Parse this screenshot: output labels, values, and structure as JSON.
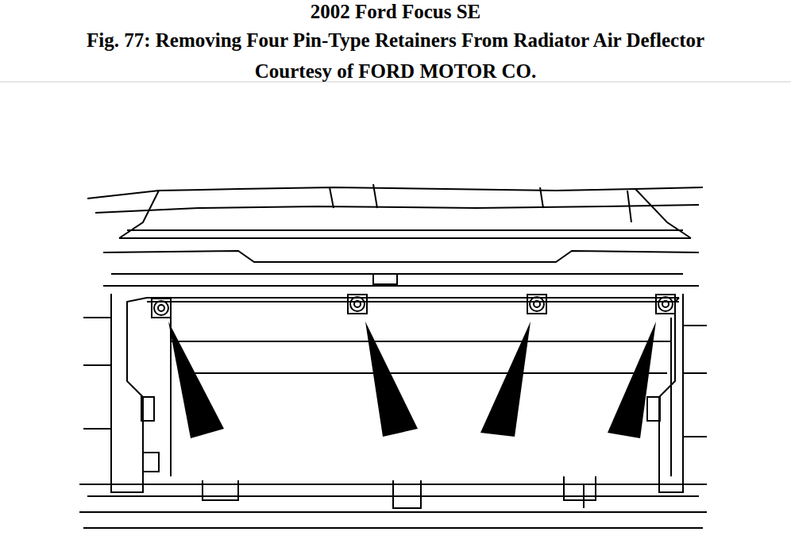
{
  "diagram": {
    "title": "2002 Ford Focus SE",
    "caption": "Fig. 77: Removing Four Pin-Type Retainers From Radiator Air Deflector",
    "labels": [
      "Courtesy of FORD MOTOR CO."
    ]
  }
}
